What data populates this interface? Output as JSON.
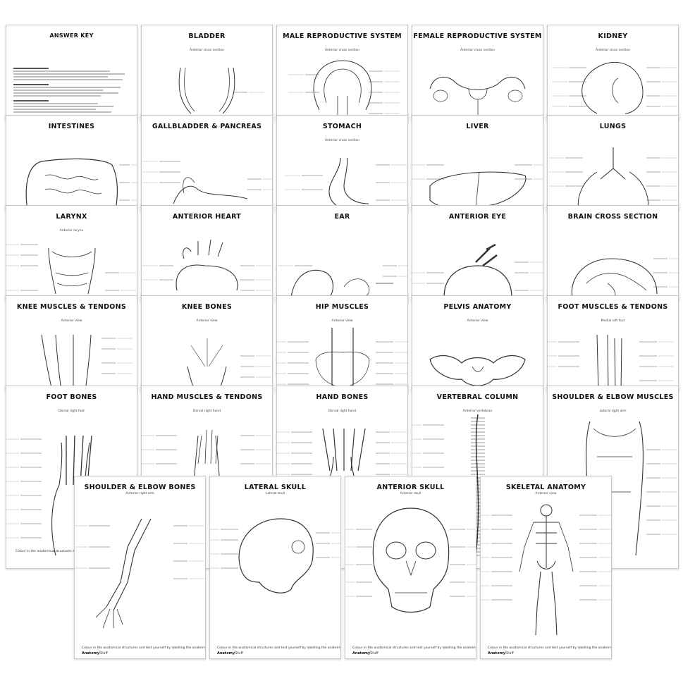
{
  "sheets": [
    {
      "title": "ANSWER KEY"
    },
    {
      "title": "BLADDER",
      "subtitle": "Anterior cross section"
    },
    {
      "title": "MALE REPRODUCTIVE SYSTEM",
      "subtitle": "Anterior cross section"
    },
    {
      "title": "FEMALE REPRODUCTIVE SYSTEM",
      "subtitle": "Anterior cross section"
    },
    {
      "title": "KIDNEY",
      "subtitle": "Anterior cross section"
    },
    {
      "title": "INTESTINES"
    },
    {
      "title": "GALLBLADDER & PANCREAS"
    },
    {
      "title": "STOMACH",
      "subtitle": "Anterior cross section"
    },
    {
      "title": "LIVER"
    },
    {
      "title": "LUNGS"
    },
    {
      "title": "LARYNX",
      "subtitle": "Anterior larynx"
    },
    {
      "title": "ANTERIOR HEART"
    },
    {
      "title": "EAR"
    },
    {
      "title": "ANTERIOR EYE"
    },
    {
      "title": "BRAIN CROSS SECTION"
    },
    {
      "title": "KNEE MUSCLES & TENDONS",
      "subtitle": "Anterior view"
    },
    {
      "title": "KNEE BONES",
      "subtitle": "Anterior view"
    },
    {
      "title": "HIP MUSCLES",
      "subtitle": "Anterior view"
    },
    {
      "title": "PELVIS ANATOMY",
      "subtitle": "Anterior view"
    },
    {
      "title": "FOOT MUSCLES & TENDONS",
      "subtitle": "Medial left foot"
    },
    {
      "title": "FOOT BONES",
      "subtitle": "Dorsal right foot"
    },
    {
      "title": "HAND MUSCLES & TENDONS",
      "subtitle": "Dorsal right hand"
    },
    {
      "title": "HAND BONES",
      "subtitle": "Dorsal right hand"
    },
    {
      "title": "VERTEBRAL COLUMN",
      "subtitle": "Anterior vertebrae"
    },
    {
      "title": "SHOULDER & ELBOW MUSCLES",
      "subtitle": "Lateral right arm"
    },
    {
      "title": "SHOULDER & ELBOW BONES",
      "subtitle": "Anterior right arm",
      "footer": "Colour in the anatomical structures and test yourself by labelling the anatomy.",
      "brand": "Anatomy",
      "brand2": "Stuff"
    },
    {
      "title": "LATERAL SKULL",
      "subtitle": "Lateral skull",
      "footer": "Colour in the anatomical structures and test yourself by labelling the anatomy.",
      "brand": "Anatomy",
      "brand2": "Stuff"
    },
    {
      "title": "ANTERIOR SKULL",
      "subtitle": "Anterior skull",
      "footer": "Colour in the anatomical structures and test yourself by labelling the anatomy.",
      "brand": "Anatomy",
      "brand2": "Stuff"
    },
    {
      "title": "SKELETAL ANATOMY",
      "subtitle": "Anterior view",
      "footer": "Colour in the anatomical structures and test yourself by labelling the anatomy.",
      "brand": "Anatomy",
      "brand2": "Stuff"
    }
  ],
  "partial_footer": "Colour in the anatomical structures and test yo",
  "colors": {
    "line": "#333333",
    "label_line": "#555555",
    "border": "#c9c9c9"
  }
}
